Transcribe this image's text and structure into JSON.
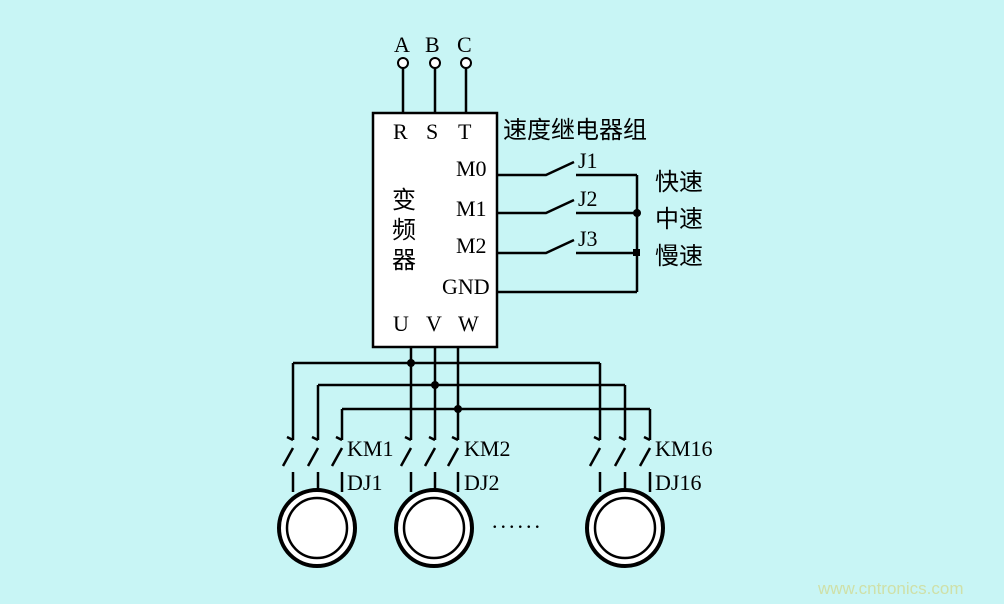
{
  "supply": {
    "a": "A",
    "b": "B",
    "c": "C"
  },
  "inverter": {
    "r": "R",
    "s": "S",
    "t": "T",
    "title_1": "变",
    "title_2": "频",
    "title_3": "器",
    "m0": "M0",
    "m1": "M1",
    "m2": "M2",
    "gnd": "GND",
    "u": "U",
    "v": "V",
    "w": "W"
  },
  "relay_group": "速度继电器组",
  "relays": {
    "j1": "J1",
    "j2": "J2",
    "j3": "J3"
  },
  "speeds": {
    "fast": "快速",
    "medium": "中速",
    "slow": "慢速"
  },
  "contactors": {
    "km1": "KM1",
    "km2": "KM2",
    "km16": "KM16"
  },
  "motors": {
    "dj1": "DJ1",
    "dj2": "DJ2",
    "dj16": "DJ16",
    "ellipsis": "......"
  },
  "watermark": "www.cntronics.com"
}
